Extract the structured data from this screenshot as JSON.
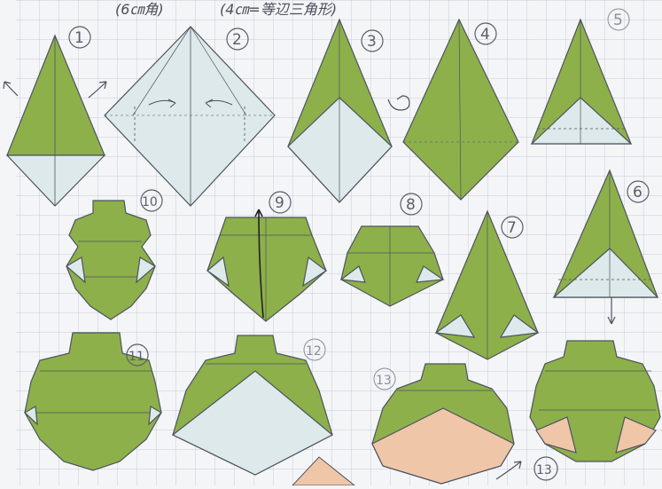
{
  "header": {
    "note_left": "(6㎝角)",
    "note_right": "(4㎝=等辺三角形)"
  },
  "steps": [
    "1",
    "2",
    "3",
    "4",
    "5",
    "6",
    "7",
    "8",
    "9",
    "10",
    "11",
    "12",
    "13",
    "13"
  ],
  "colors": {
    "paper": "#f4f5f7",
    "grid": "#c7ccd8",
    "green": "#8db04a",
    "green_dark": "#6f9436",
    "white_side": "#dde9ea",
    "skin": "#f0c6a8",
    "line": "#4d5360"
  }
}
